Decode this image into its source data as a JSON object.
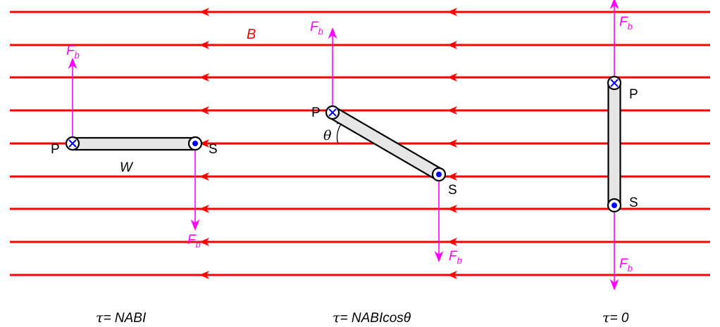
{
  "field_label": "B",
  "force_label": {
    "main": "F",
    "sub": "b"
  },
  "panels": [
    {
      "p_label": "P",
      "s_label": "S",
      "width_label": "W",
      "equation": {
        "tau": "τ",
        "rest": "= NABI"
      }
    },
    {
      "p_label": "P",
      "s_label": "S",
      "angle_label": "θ",
      "equation": {
        "tau": "τ",
        "rest": "= NABIcosθ"
      }
    },
    {
      "p_label": "P",
      "s_label": "S",
      "equation": {
        "tau": "τ",
        "rest": "= 0"
      }
    }
  ],
  "colors": {
    "field": "#ff0000",
    "force": "#ff00ff",
    "current": "#0000ff",
    "coil": "#e6e6e6"
  }
}
